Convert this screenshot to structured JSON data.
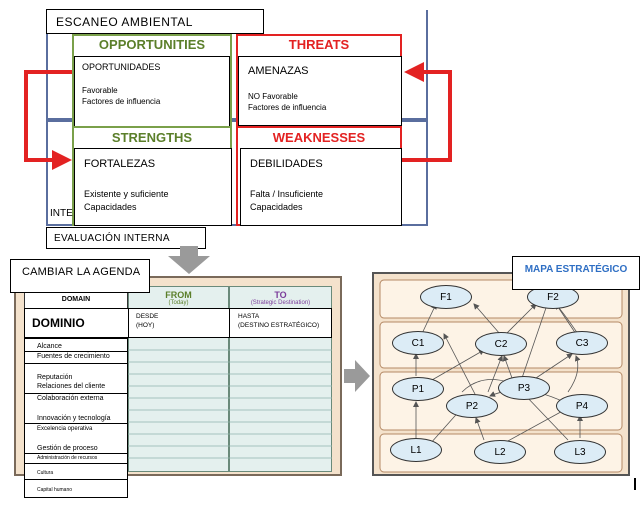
{
  "scan": {
    "title": "ESCANEO AMBIENTAL",
    "internal_cut": "INTE",
    "opportunities": {
      "title": "OPPORTUNITIES",
      "label": "OPORTUNIDADES",
      "l1": "Favorable",
      "l2": "Factores de influencia"
    },
    "threats": {
      "title": "THREATS",
      "label": "AMENAZAS",
      "l1": "NO Favorable",
      "l2": "Factores de influencia"
    },
    "strengths": {
      "title": "STRENGTHS",
      "label": "FORTALEZAS",
      "l1": "Existente y suficiente",
      "l2": "Capacidades"
    },
    "weaknesses": {
      "title": "WEAKNESSES",
      "label": "DEBILIDADES",
      "l1": "Falta / Insuficiente",
      "l2": "Capacidades"
    },
    "internal_eval": "EVALUACIÓN INTERNA"
  },
  "agenda": {
    "title": "CAMBIAR LA AGENDA",
    "domain_en": "DOMAIN",
    "domain_es": "DOMINIO",
    "from_en": "FROM",
    "from_sub": "(Today)",
    "to_en": "TO",
    "to_sub": "(Strategic Destination)",
    "desde": "DESDE",
    "hoy": "(HOY)",
    "hasta": "HASTA",
    "destino": "(DESTINO ESTRATÉGICO)",
    "rows": [
      "Alcance",
      "Fuentes de crecimiento",
      "Reputación",
      "Relaciones del cliente",
      "Colaboración externa",
      "Innovación y tecnología",
      "Excelencia operativa",
      "Gestión de proceso",
      "Administración de recursos",
      "Cultura",
      "Capital humano"
    ]
  },
  "map": {
    "title": "MAPA ESTRATÉGICO",
    "nodes": [
      "F1",
      "F2",
      "C1",
      "C2",
      "C3",
      "P1",
      "P2",
      "P3",
      "P4",
      "L1",
      "L2",
      "L3"
    ]
  },
  "colors": {
    "green": "#5b7f2a",
    "red": "#e32222",
    "blue_title": "#2f6fc4",
    "node_fill": "#dcecf6",
    "panel_tan": "#f4e2cc"
  }
}
